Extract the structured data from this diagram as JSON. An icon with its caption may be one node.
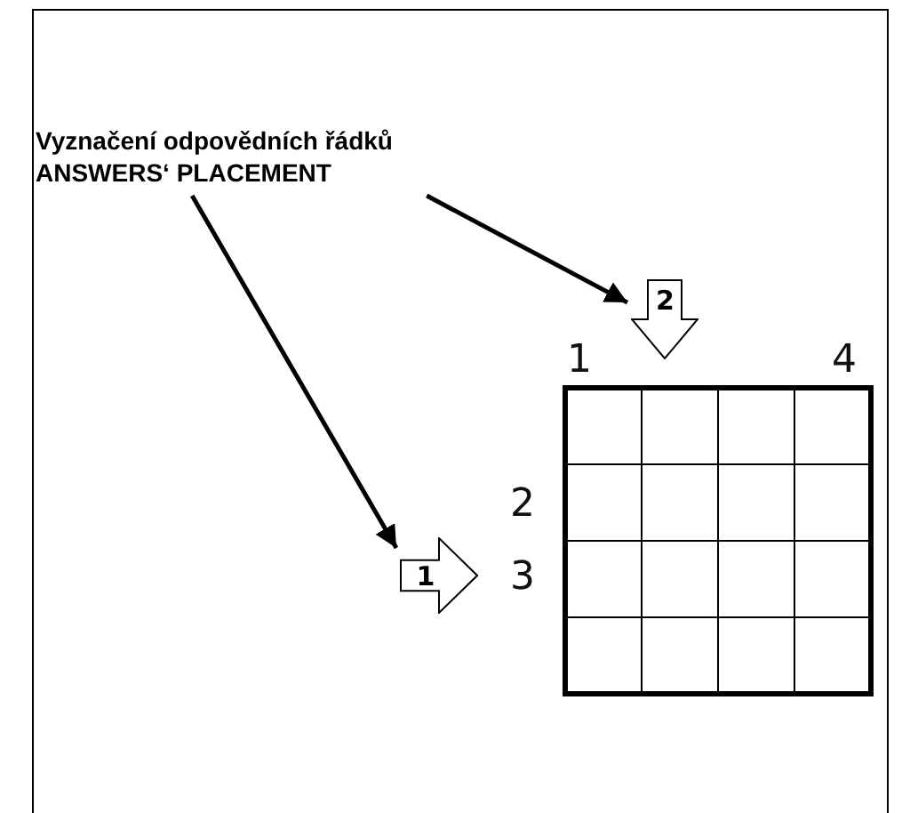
{
  "diagram": {
    "nodes": [
      {
        "text": [
          "Vyznačení odpovědních řádků ANSWERS‘ PLACEMENT"
        ]
      },
      {
        "text": [
          "2"
        ]
      },
      {
        "text": [
          "1"
        ]
      }
    ],
    "edges": [
      {
        "from": 0,
        "to": 1,
        "arrow": "to"
      },
      {
        "from": 0,
        "to": 2,
        "arrow": "to"
      }
    ],
    "labels": [
      "1",
      "4",
      "2",
      "3"
    ]
  }
}
